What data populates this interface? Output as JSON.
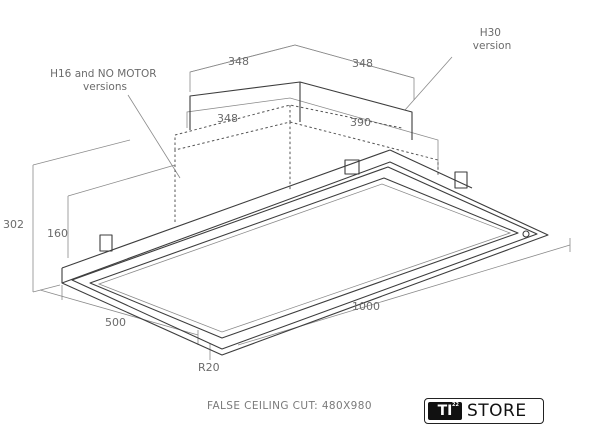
{
  "dimensions": {
    "top_left_width": "348",
    "top_right_width": "348",
    "inner_width": "348",
    "inner_depth": "390",
    "total_height": "302",
    "short_height": "160",
    "depth": "500",
    "length": "1000",
    "radius": "R20"
  },
  "notes": {
    "h16_version": "H16 and NO MOTOR\nversions",
    "h30_version": "H30\nversion"
  },
  "footer": {
    "cut_text": "FALSE CEILING CUT: 480X980",
    "logo_mark": "TI",
    "logo_superscript": "22",
    "logo_word": "STORE"
  }
}
